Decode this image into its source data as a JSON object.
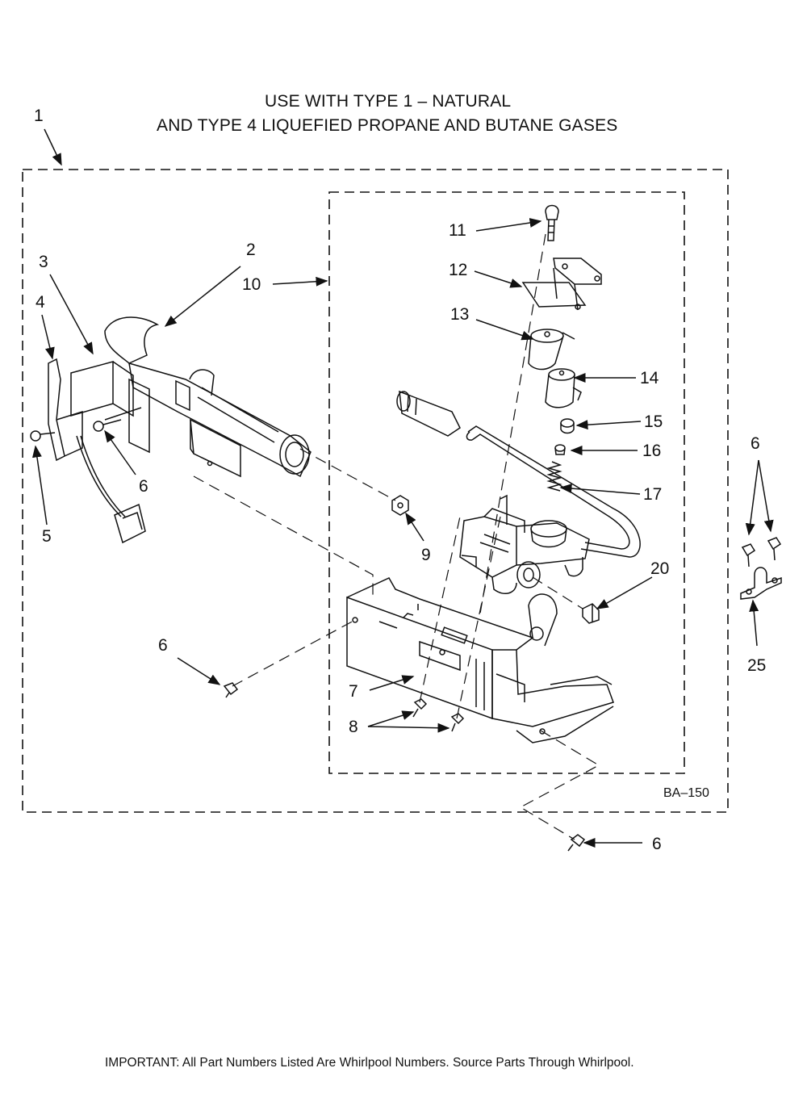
{
  "header": {
    "line1": "USE WITH TYPE 1  –  NATURAL",
    "line2": "AND TYPE 4     LIQUEFIED PROPANE AND BUTANE GASES"
  },
  "callouts": {
    "c1": "1",
    "c2": "2",
    "c3": "3",
    "c4": "4",
    "c5": "5",
    "c6a": "6",
    "c6b": "6",
    "c6c": "6",
    "c6d": "6",
    "c7": "7",
    "c8": "8",
    "c9": "9",
    "c10": "10",
    "c11": "11",
    "c12": "12",
    "c13": "13",
    "c14": "14",
    "c15": "15",
    "c16": "16",
    "c17": "17",
    "c20": "20",
    "c25": "25"
  },
  "diagram_code": "BA–150",
  "footer": "IMPORTANT: All Part Numbers Listed Are Whirlpool Numbers. Source Parts Through Whirlpool."
}
